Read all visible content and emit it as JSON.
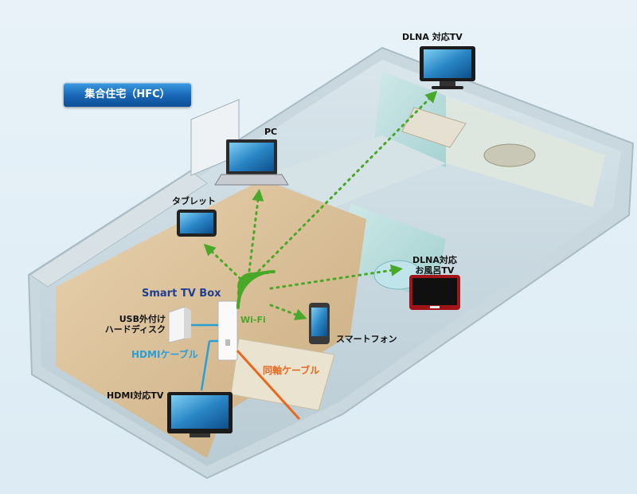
{
  "badge": {
    "label": "集合住宅（HFC）"
  },
  "devices": {
    "dlna_tv": "DLNA 対応TV",
    "pc": "PC",
    "tablet": "タブレット",
    "bath_tv_line1": "DLNA対応",
    "bath_tv_line2": "お風呂TV",
    "stb": "Smart TV Box",
    "usb_line1": "USB外付け",
    "usb_line2": "ハードディスク",
    "smartphone": "スマートフォン",
    "hdmi_tv": "HDMI対応TV"
  },
  "connections": {
    "wifi": "Wi-Fi",
    "hdmi_cable": "HDMIケーブル",
    "coax_cable": "同軸ケーブル"
  },
  "colors": {
    "wifi": "#4aa829",
    "hdmi": "#27a0d8",
    "coax": "#e8681c",
    "stb_title": "#1f3f8f",
    "badge": "#1865b5"
  }
}
